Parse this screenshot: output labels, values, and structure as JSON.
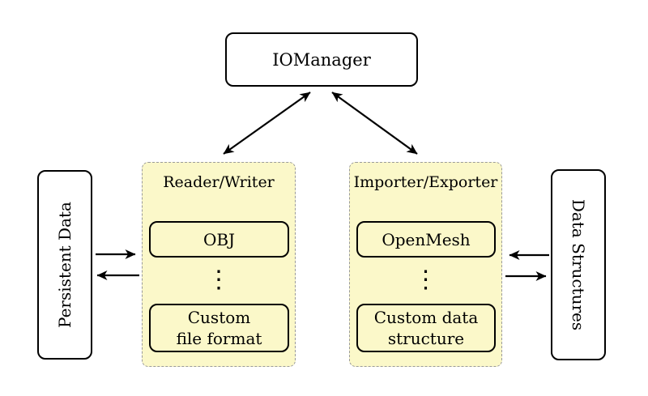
{
  "diagram": {
    "iomanager": {
      "label": "IOManager"
    },
    "persistent_data": {
      "label": "Persistent Data"
    },
    "data_structures": {
      "label": "Data Structures"
    },
    "reader_writer": {
      "title": "Reader/Writer",
      "item_top": "OBJ",
      "ellipsis": "⋮",
      "item_bottom_line1": "Custom",
      "item_bottom_line2": "file format"
    },
    "importer_exporter": {
      "title": "Importer/Exporter",
      "item_top": "OpenMesh",
      "ellipsis": "⋮",
      "item_bottom_line1": "Custom data",
      "item_bottom_line2": "structure"
    },
    "colors": {
      "panel_fill": "#FBF8C9",
      "panel_border": "#9a9a9a",
      "node_border": "#000000",
      "arrow": "#000000",
      "background": "#ffffff"
    }
  }
}
